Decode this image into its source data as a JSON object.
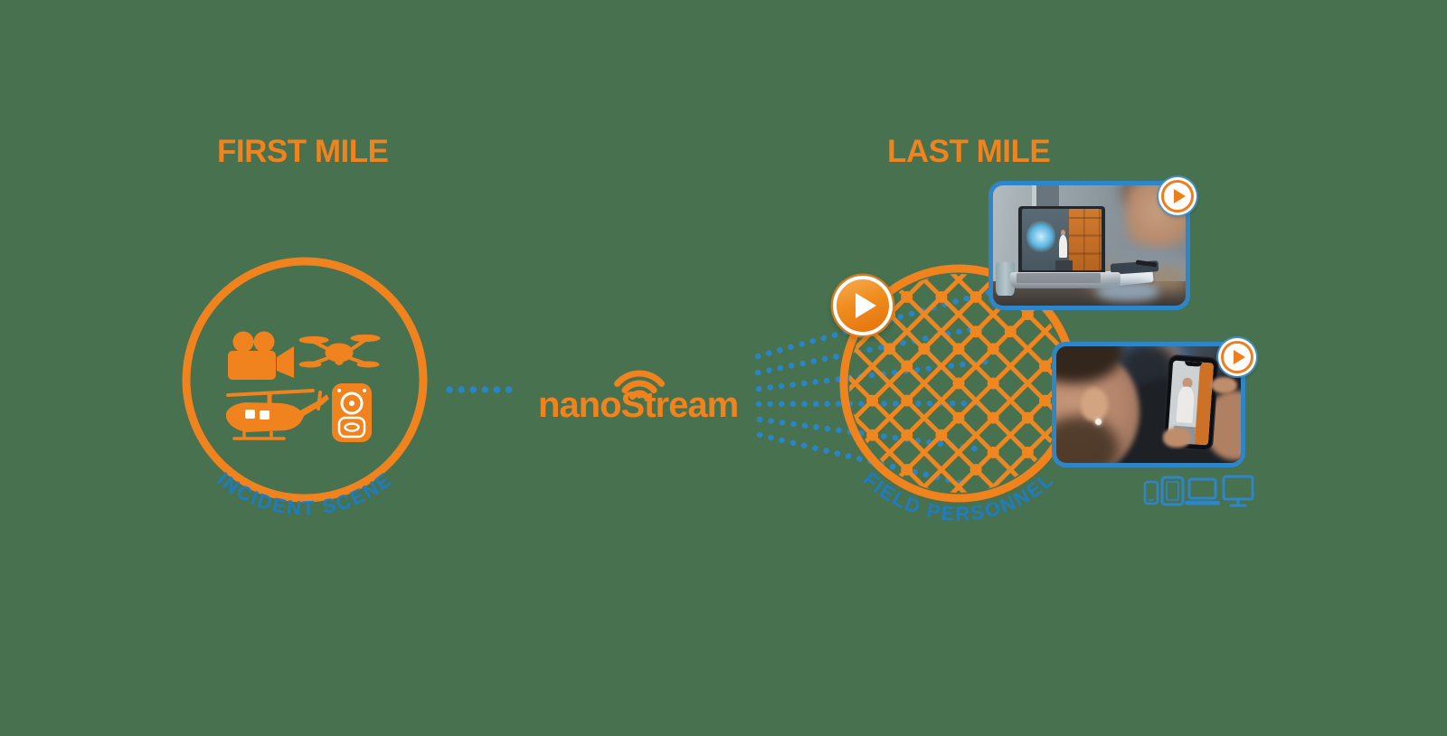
{
  "colors": {
    "background": "#47714F",
    "orange": "#F0831E",
    "blue_caption": "#1F7CC1",
    "blue_dots": "#2A85C6",
    "photo_border": "#2E86C8"
  },
  "headings": {
    "first_mile": "FIRST MILE",
    "last_mile": "LAST MILE"
  },
  "incident_scene": {
    "caption": "INCIDENT SCENE",
    "icons": [
      "video-camera-icon",
      "drone-icon",
      "helicopter-icon",
      "bodycam-icon"
    ]
  },
  "brand": {
    "name": "nanoStream",
    "icon": "wifi-icon"
  },
  "field_personnel": {
    "caption": "FIELD PERSONNEL",
    "icon": "globe-network-icon"
  },
  "play_buttons": [
    "globe-play-button",
    "laptop-photo-play-button",
    "phone-photo-play-button"
  ],
  "viewer_photos": [
    "laptop-viewer-photo",
    "phone-viewer-photo"
  ],
  "device_icons": [
    "smartphone-icon",
    "tablet-icon",
    "laptop-icon",
    "monitor-icon"
  ]
}
